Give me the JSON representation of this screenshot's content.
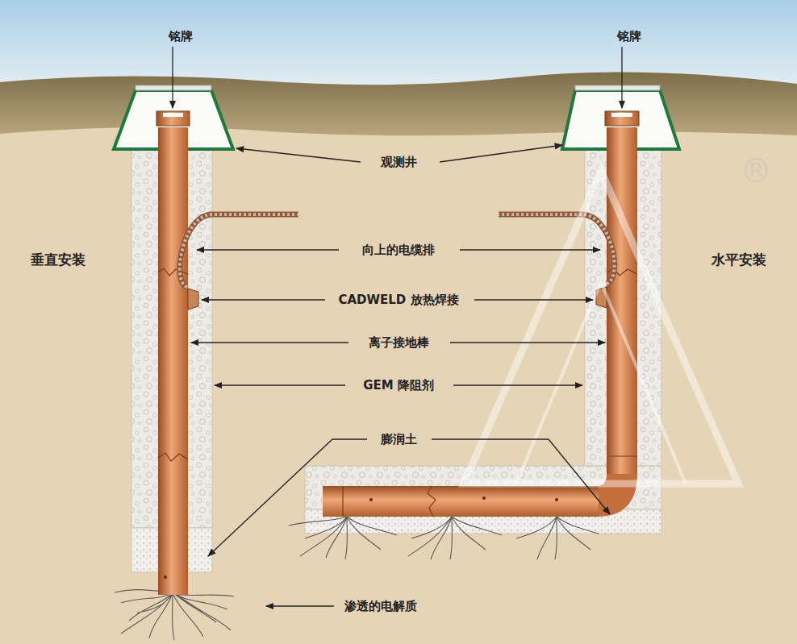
{
  "diagram": {
    "labels": [
      "铭牌",
      "铭牌",
      "观测井",
      "向上的电缆排",
      "CADWELD 放热焊接",
      "离子接地棒",
      "GEM 降阻剂",
      "膨润土",
      "渗透的电解质",
      "垂直安装",
      "水平安装",
      "®"
    ]
  }
}
